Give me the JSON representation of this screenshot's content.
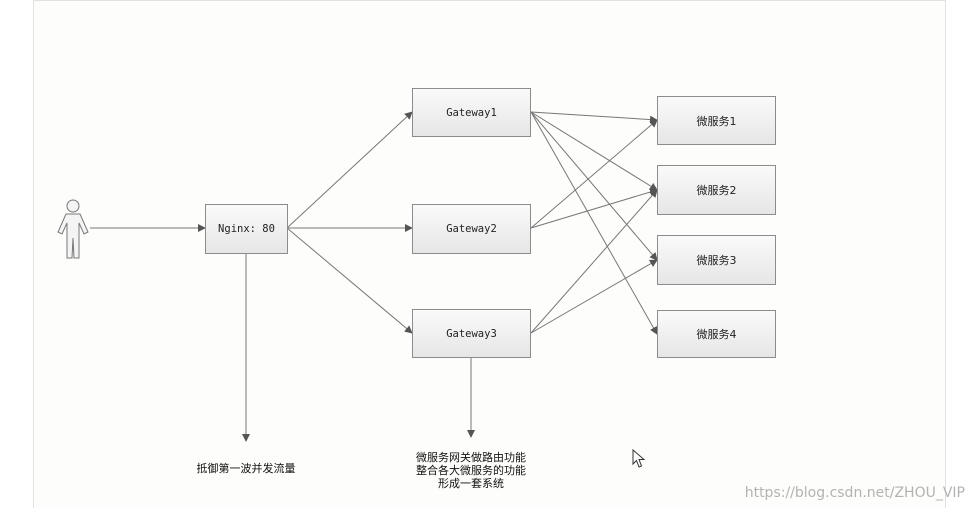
{
  "diagram": {
    "nginx": "Nginx: 80",
    "gateways": [
      "Gateway1",
      "Gateway2",
      "Gateway3"
    ],
    "services": [
      "微服务1",
      "微服务2",
      "微服务3",
      "微服务4"
    ],
    "note_nginx": "抵御第一波并发流量",
    "note_gateway": [
      "微服务网关做路由功能",
      "整合各大微服务的功能",
      "形成一套系统"
    ]
  },
  "watermark": "https://blog.csdn.net/ZHOU_VIP",
  "icons": {
    "user": "person-icon",
    "cursor": "mouse-cursor-icon"
  }
}
